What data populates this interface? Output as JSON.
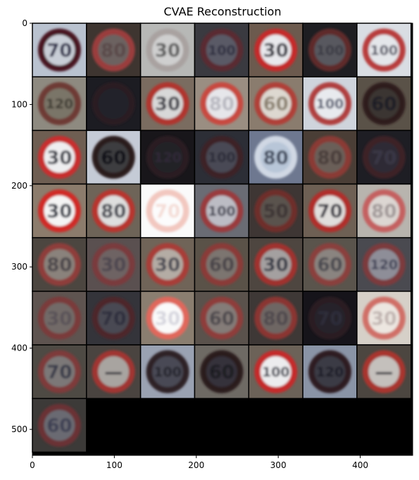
{
  "title": "CVAE Reconstruction",
  "grid": {
    "rows": 8,
    "cols": 7,
    "tile_size_px": 66,
    "image_width": 464,
    "image_height": 532
  },
  "axes": {
    "x_ticks": [
      0,
      100,
      200,
      300,
      400
    ],
    "y_ticks": [
      0,
      100,
      200,
      300,
      400,
      500
    ],
    "xlim": [
      0,
      464
    ],
    "ylim": [
      532,
      0
    ]
  },
  "tiles": [
    {
      "label": "70",
      "bg": "#b9c2cf",
      "ring": "#4a1822",
      "face": "#c8cdd6",
      "num": "#2a2a48"
    },
    {
      "label": "80",
      "bg": "#3e3530",
      "ring": "#9a3c3c",
      "face": "#6c6260",
      "num": "#5a4a4a"
    },
    {
      "label": "30",
      "bg": "#b7b8b6",
      "ring": "#a9a2a0",
      "face": "#cfcfcf",
      "num": "#5a5a5a"
    },
    {
      "label": "100",
      "bg": "#3a3a40",
      "ring": "#5a2a30",
      "face": "#5a5a66",
      "num": "#2e2e40"
    },
    {
      "label": "30",
      "bg": "#6c5a4e",
      "ring": "#c42c2c",
      "face": "#e8e8ec",
      "num": "#2e2e3a"
    },
    {
      "label": "100",
      "bg": "#1e1e22",
      "ring": "#5e2a2c",
      "face": "#58585e",
      "num": "#3a3a44"
    },
    {
      "label": "100",
      "bg": "#d9dde3",
      "ring": "#b83c3c",
      "face": "#e4e6ea",
      "num": "#505060"
    },
    {
      "label": "120",
      "bg": "#8e8a80",
      "ring": "#6e3a34",
      "face": "#7a7468",
      "num": "#3e3a30"
    },
    {
      "label": "",
      "bg": "#1c1c22",
      "ring": "#2a1c24",
      "face": "#24222a",
      "num": "#26242c"
    },
    {
      "label": "30",
      "bg": "#7a6c60",
      "ring": "#b0342e",
      "face": "#d8d8d8",
      "num": "#3a3a44"
    },
    {
      "label": "80",
      "bg": "#9a8e82",
      "ring": "#c84840",
      "face": "#e6e6ea",
      "num": "#b8b8c0"
    },
    {
      "label": "60",
      "bg": "#8a7c6e",
      "ring": "#b04038",
      "face": "#ddd8d0",
      "num": "#8a8070"
    },
    {
      "label": "100",
      "bg": "#cfd4dc",
      "ring": "#b04040",
      "face": "#e8eaee",
      "num": "#485068"
    },
    {
      "label": "60",
      "bg": "#5a5248",
      "ring": "#2e1a1c",
      "face": "#3a3432",
      "num": "#1e1e26"
    },
    {
      "label": "30",
      "bg": "#6e5e52",
      "ring": "#c82e2e",
      "face": "#eeeef0",
      "num": "#303440"
    },
    {
      "label": "60",
      "bg": "#c5cbd6",
      "ring": "#2a1a1c",
      "face": "#3c3c40",
      "num": "#101018"
    },
    {
      "label": "120",
      "bg": "#18161a",
      "ring": "#2a1e24",
      "face": "#242028",
      "num": "#302c38"
    },
    {
      "label": "100",
      "bg": "#2c2e36",
      "ring": "#3e2228",
      "face": "#4a4a54",
      "num": "#2a2a38"
    },
    {
      "label": "80",
      "bg": "#6e7890",
      "ring": "#d0d8e4",
      "face": "#b8c6d8",
      "num": "#3a4458"
    },
    {
      "label": "80",
      "bg": "#4a3e36",
      "ring": "#8a3a36",
      "face": "#6a5e58",
      "num": "#4a3e3a"
    },
    {
      "label": "70",
      "bg": "#1e1e24",
      "ring": "#3c2026",
      "face": "#2e2c34",
      "num": "#3a3846"
    },
    {
      "label": "30",
      "bg": "#8c7c6c",
      "ring": "#d02a28",
      "face": "#f4f4f4",
      "num": "#2c3240"
    },
    {
      "label": "80",
      "bg": "#6e6458",
      "ring": "#b8342e",
      "face": "#dedede",
      "num": "#3a3e48"
    },
    {
      "label": "70",
      "bg": "#fafafa",
      "ring": "#f2c8c0",
      "face": "#fcfcfc",
      "num": "#f4dcd6"
    },
    {
      "label": "100",
      "bg": "#6a6c74",
      "ring": "#9a3a3e",
      "face": "#bcbcc4",
      "num": "#3c3e4e"
    },
    {
      "label": "50",
      "bg": "#3e3634",
      "ring": "#6e2e2c",
      "face": "#5a524e",
      "num": "#3c3634"
    },
    {
      "label": "70",
      "bg": "#6e6054",
      "ring": "#b02e2c",
      "face": "#e0dedc",
      "num": "#343440"
    },
    {
      "label": "80",
      "bg": "#b8b4ae",
      "ring": "#c46060",
      "face": "#dcd6d2",
      "num": "#a09898"
    },
    {
      "label": "80",
      "bg": "#4c4640",
      "ring": "#8e3c3a",
      "face": "#8a827c",
      "num": "#4a4448"
    },
    {
      "label": "30",
      "bg": "#5a5050",
      "ring": "#7a3a3c",
      "face": "#6e6464",
      "num": "#4e4650"
    },
    {
      "label": "30",
      "bg": "#706458",
      "ring": "#a83e38",
      "face": "#b4aca4",
      "num": "#4a4852"
    },
    {
      "label": "60",
      "bg": "#5a5248",
      "ring": "#8a3a38",
      "face": "#7c7470",
      "num": "#4a4448"
    },
    {
      "label": "30",
      "bg": "#4e4640",
      "ring": "#a0322e",
      "face": "#a4a0a0",
      "num": "#343844"
    },
    {
      "label": "60",
      "bg": "#5a544c",
      "ring": "#8a403e",
      "face": "#8a8480",
      "num": "#4a4a50"
    },
    {
      "label": "120",
      "bg": "#4a4a50",
      "ring": "#7c3a3e",
      "face": "#8e8e98",
      "num": "#3e4054"
    },
    {
      "label": "30",
      "bg": "#5e5450",
      "ring": "#7a3a3a",
      "face": "#726a68",
      "num": "#5a5258"
    },
    {
      "label": "70",
      "bg": "#34343a",
      "ring": "#4e282c",
      "face": "#4a4a52",
      "num": "#2e2e3c"
    },
    {
      "label": "30",
      "bg": "#8a7e70",
      "ring": "#e0685c",
      "face": "#fafafa",
      "num": "#d6d6de"
    },
    {
      "label": "60",
      "bg": "#5a524c",
      "ring": "#8e3c3a",
      "face": "#847c78",
      "num": "#4e4a4e"
    },
    {
      "label": "80",
      "bg": "#3e3836",
      "ring": "#8a3432",
      "face": "#6e6664",
      "num": "#504a4e"
    },
    {
      "label": "70",
      "bg": "#16141a",
      "ring": "#2c1c22",
      "face": "#26242c",
      "num": "#2e2e3a"
    },
    {
      "label": "30",
      "bg": "#d6d0c8",
      "ring": "#d07068",
      "face": "#ece6e0",
      "num": "#c0b4b0"
    },
    {
      "label": "70",
      "bg": "#4e4a44",
      "ring": "#7e3a3a",
      "face": "#7c7878",
      "num": "#383a48"
    },
    {
      "label": "—",
      "bg": "#4a4440",
      "ring": "#a03430",
      "face": "#a8a4a0",
      "num": "#2c2c34"
    },
    {
      "label": "100",
      "bg": "#9aa2b2",
      "ring": "#2e2228",
      "face": "#4a4a54",
      "num": "#20202c"
    },
    {
      "label": "60",
      "bg": "#6e6a64",
      "ring": "#2a1a1e",
      "face": "#34303a",
      "num": "#1a1a22"
    },
    {
      "label": "100",
      "bg": "#6c6258",
      "ring": "#c42a2a",
      "face": "#ececee",
      "num": "#343846"
    },
    {
      "label": "120",
      "bg": "#8a94a6",
      "ring": "#2e1c20",
      "face": "#3a3a44",
      "num": "#1c1c26"
    },
    {
      "label": "—",
      "bg": "#4c4640",
      "ring": "#a8342e",
      "face": "#c4c0bc",
      "num": "#282830"
    },
    {
      "label": "60",
      "bg": "#3c3a38",
      "ring": "#6a3234",
      "face": "#6a6a72",
      "num": "#3e4052"
    }
  ]
}
